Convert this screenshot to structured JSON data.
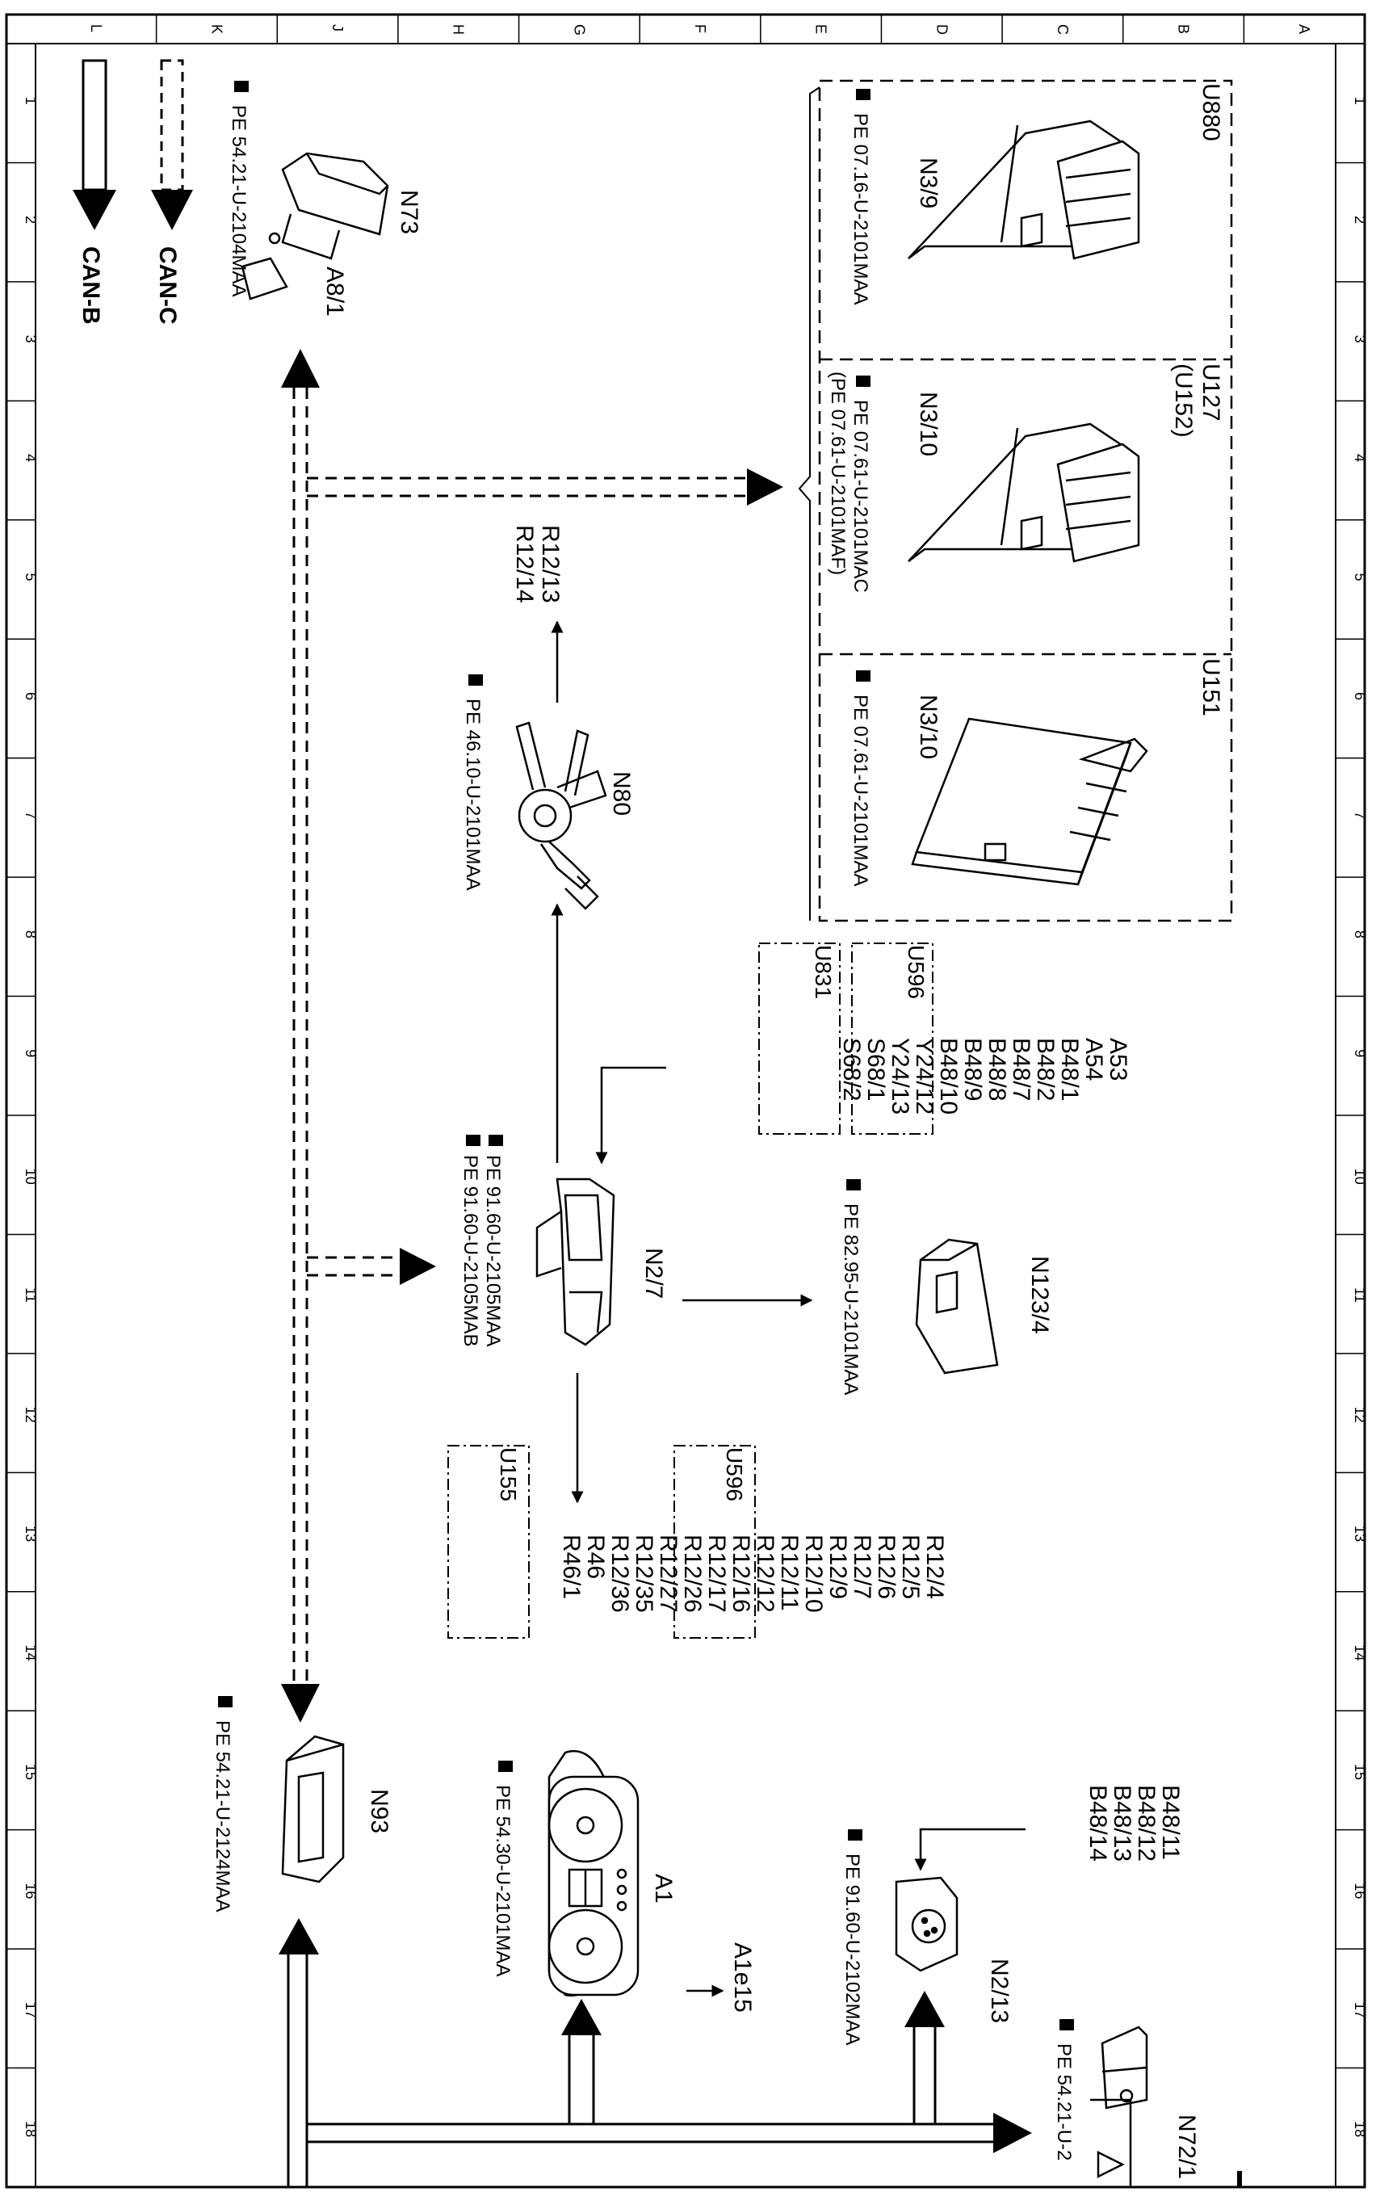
{
  "grid": {
    "top_labels": [
      "L",
      "K",
      "J",
      "H",
      "G",
      "F",
      "E",
      "D",
      "C",
      "B",
      "A"
    ],
    "side_numbers": [
      "1",
      "2",
      "3",
      "4",
      "5",
      "6",
      "7",
      "8",
      "9",
      "10",
      "11",
      "12",
      "13",
      "14",
      "15",
      "16",
      "17",
      "18"
    ]
  },
  "legend": {
    "can_b": "CAN-B",
    "can_c": "CAN-C"
  },
  "groups": {
    "u880": "U880",
    "u127": "U127",
    "u152": "(U152)",
    "u151": "U151"
  },
  "components": {
    "n3_9": {
      "label": "N3/9",
      "ref": "PE 07.16-U-2101MAA"
    },
    "n3_10_u127": {
      "label": "N3/10",
      "ref1": "PE 07.61-U-2101MAC",
      "ref2": "(PE 07.61-U-2101MAF)"
    },
    "n3_10_u151": {
      "label": "N3/10",
      "ref": "PE 07.61-U-2101MAA"
    },
    "n73": {
      "label": "N73",
      "sub": "A8/1",
      "ref": "PE 54.21-U-2104MAA"
    },
    "n80": {
      "label": "N80",
      "ref": "PE 46.10-U-2101MAA",
      "outputs": [
        "R12/13",
        "R12/14"
      ]
    },
    "n2_7": {
      "label": "N2/7",
      "ref1": "PE 91.60-U-2105MAA",
      "ref2": "PE 91.60-U-2105MAB"
    },
    "n123_4": {
      "label": "N123/4",
      "ref": "PE 82.95-U-2101MAA"
    },
    "n93": {
      "label": "N93",
      "ref": "PE 54.21-U-2124MAA"
    },
    "a1": {
      "label": "A1",
      "ref": "PE 54.30-U-2101MAA",
      "output": "A1e15"
    },
    "n2_13": {
      "label": "N2/13",
      "ref": "PE 91.60-U-2102MAA"
    },
    "n72_1": {
      "label": "N72/1",
      "ref": "PE 54.21-U-2"
    }
  },
  "inputs_block": {
    "plain": [
      "A53",
      "A54",
      "B48/1",
      "B48/2",
      "B48/7",
      "B48/8"
    ],
    "u596_label": "U596",
    "u596": [
      "B48/9",
      "B48/10"
    ],
    "u831_label": "U831",
    "u831": [
      "Y24/12",
      "Y24/13"
    ],
    "after": [
      "S68/1",
      "S68/2"
    ]
  },
  "outputs_block": {
    "plain": [
      "R12/4",
      "R12/5",
      "R12/6",
      "R12/7",
      "R12/9",
      "R12/10"
    ],
    "u596_label": "U596",
    "u596": [
      "R12/11",
      "R12/12"
    ],
    "mid": [
      "R12/16",
      "R12/17",
      "R12/26",
      "R12/27"
    ],
    "u155_label": "U155",
    "u155": [
      "R12/35",
      "R12/36"
    ],
    "after": [
      "R46",
      "R46/1"
    ]
  },
  "n2_13_inputs": [
    "B48/11",
    "B48/12",
    "B48/13",
    "B48/14"
  ]
}
